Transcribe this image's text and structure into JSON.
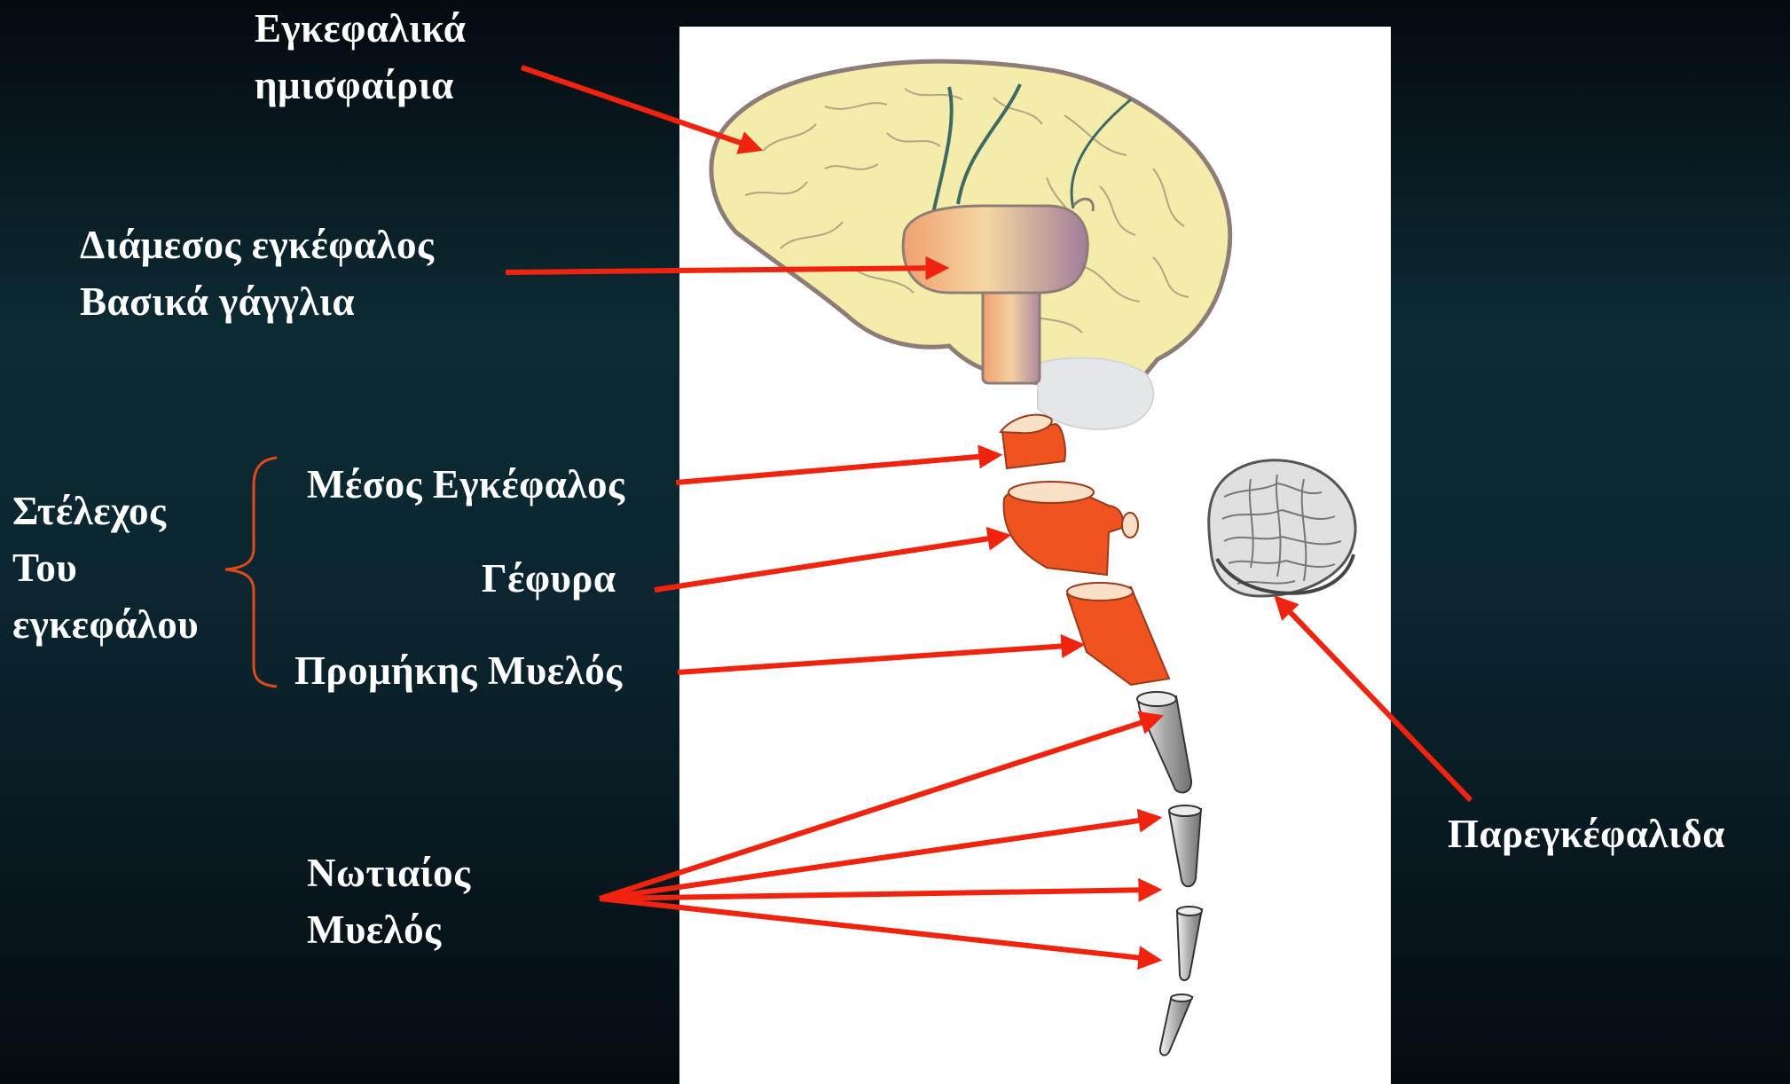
{
  "labels": {
    "hemispheres": [
      "Εγκεφαλικά",
      "ημισφαίρια"
    ],
    "diencephalon": [
      "Διάμεσος εγκέφαλος",
      "Βασικά γάγγλια"
    ],
    "brainstem": [
      "Στέλεχος",
      "Του",
      "εγκεφάλου"
    ],
    "midbrain": "Μέσος Εγκέφαλος",
    "pons": "Γέφυρα",
    "medulla": "Προμήκης Μυελός",
    "cerebellum": "Παρεγκέφαλιδα",
    "spinal_cord": [
      "Νωτιαίος",
      "Μυελός"
    ]
  },
  "colors": {
    "arrow": "#f0230f",
    "brace": "#e04a1a",
    "brainstem_parts": "#ef5320",
    "cortex": "#f3ecab",
    "cortex_outline": "#8e7d77",
    "spinal_segments": "#8a8a8a",
    "panel": "#ffffff"
  }
}
